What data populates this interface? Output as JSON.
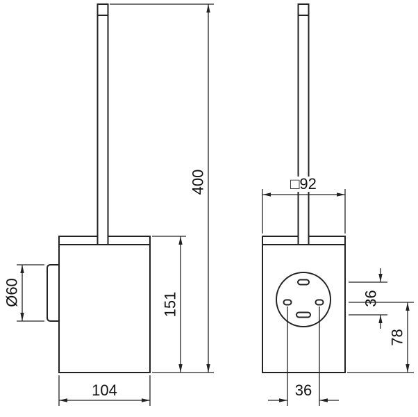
{
  "drawing": {
    "type": "technical-drawing",
    "subject": "wall-mounted toilet brush holder, side and front orthographic views with dimensions",
    "colors": {
      "line": "#222222",
      "background": "#ffffff"
    },
    "side_view": {
      "total_height": "400",
      "body_height": "151",
      "body_depth": "104",
      "wall_plate_diameter": "Ø60"
    },
    "front_view": {
      "body_width": "□92",
      "slot_spacing_vertical": "36",
      "holes_bottom_offset": "78",
      "hole_spacing_horizontal": "36"
    }
  }
}
